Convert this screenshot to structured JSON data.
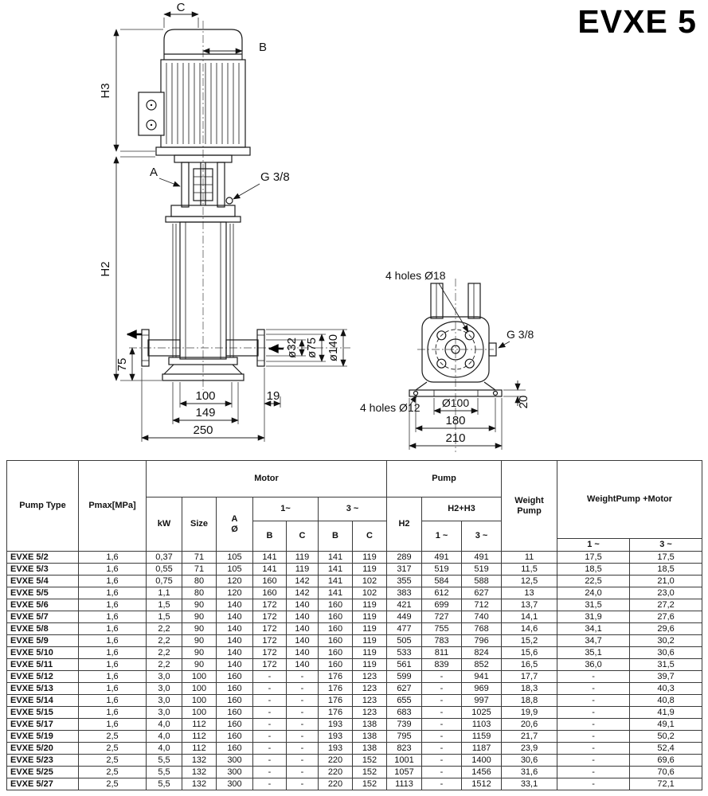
{
  "page": {
    "title": "EVXE 5"
  },
  "drawing": {
    "front": {
      "dim_c": "C",
      "dim_b": "B",
      "dim_h3": "H3",
      "dim_a": "A",
      "port_label": "G 3/8",
      "dim_h2": "H2",
      "dim_75": "75",
      "dim_100": "100",
      "dim_149": "149",
      "dim_250": "250",
      "dim_19": "19",
      "dia_32": "ø32",
      "dia_75": "ø75",
      "dia_140": "ø140"
    },
    "base": {
      "holes_18": "4 holes Ø18",
      "port_label": "G 3/8",
      "holes_12": "4 holes Ø12",
      "dia_100": "Ø100",
      "dim_180": "180",
      "dim_210": "210",
      "dim_20": "20"
    }
  },
  "table": {
    "header": {
      "pump_type": "Pump Type",
      "pmax": "Pmax[MPa]",
      "motor": "Motor",
      "pump": "Pump",
      "kw": "kW",
      "size": "Size",
      "a": "A",
      "dia": "Ø",
      "one_phase": "1~",
      "three_phase": "3 ~",
      "b1": "B",
      "c1": "C",
      "b3": "B",
      "c3": "C",
      "h2": "H2",
      "h2h3": "H2+H3",
      "h2h3_1": "1 ~",
      "h2h3_3": "3 ~",
      "weight_line1": "Weight",
      "weight_line2": "Pump",
      "weight_total": "WeightPump +Motor",
      "wt_1": "1 ~",
      "wt_3": "3 ~"
    },
    "rows": [
      [
        "EVXE 5/2",
        "1,6",
        "0,37",
        "71",
        "105",
        "141",
        "119",
        "141",
        "119",
        "289",
        "491",
        "491",
        "11",
        "17,5",
        "17,5"
      ],
      [
        "EVXE 5/3",
        "1,6",
        "0,55",
        "71",
        "105",
        "141",
        "119",
        "141",
        "119",
        "317",
        "519",
        "519",
        "11,5",
        "18,5",
        "18,5"
      ],
      [
        "EVXE 5/4",
        "1,6",
        "0,75",
        "80",
        "120",
        "160",
        "142",
        "141",
        "102",
        "355",
        "584",
        "588",
        "12,5",
        "22,5",
        "21,0"
      ],
      [
        "EVXE 5/5",
        "1,6",
        "1,1",
        "80",
        "120",
        "160",
        "142",
        "141",
        "102",
        "383",
        "612",
        "627",
        "13",
        "24,0",
        "23,0"
      ],
      [
        "EVXE 5/6",
        "1,6",
        "1,5",
        "90",
        "140",
        "172",
        "140",
        "160",
        "119",
        "421",
        "699",
        "712",
        "13,7",
        "31,5",
        "27,2"
      ],
      [
        "EVXE 5/7",
        "1,6",
        "1,5",
        "90",
        "140",
        "172",
        "140",
        "160",
        "119",
        "449",
        "727",
        "740",
        "14,1",
        "31,9",
        "27,6"
      ],
      [
        "EVXE 5/8",
        "1,6",
        "2,2",
        "90",
        "140",
        "172",
        "140",
        "160",
        "119",
        "477",
        "755",
        "768",
        "14,6",
        "34,1",
        "29,6"
      ],
      [
        "EVXE 5/9",
        "1,6",
        "2,2",
        "90",
        "140",
        "172",
        "140",
        "160",
        "119",
        "505",
        "783",
        "796",
        "15,2",
        "34,7",
        "30,2"
      ],
      [
        "EVXE 5/10",
        "1,6",
        "2,2",
        "90",
        "140",
        "172",
        "140",
        "160",
        "119",
        "533",
        "811",
        "824",
        "15,6",
        "35,1",
        "30,6"
      ],
      [
        "EVXE 5/11",
        "1,6",
        "2,2",
        "90",
        "140",
        "172",
        "140",
        "160",
        "119",
        "561",
        "839",
        "852",
        "16,5",
        "36,0",
        "31,5"
      ],
      [
        "EVXE 5/12",
        "1,6",
        "3,0",
        "100",
        "160",
        "-",
        "-",
        "176",
        "123",
        "599",
        "-",
        "941",
        "17,7",
        "-",
        "39,7"
      ],
      [
        "EVXE 5/13",
        "1,6",
        "3,0",
        "100",
        "160",
        "-",
        "-",
        "176",
        "123",
        "627",
        "-",
        "969",
        "18,3",
        "-",
        "40,3"
      ],
      [
        "EVXE 5/14",
        "1,6",
        "3,0",
        "100",
        "160",
        "-",
        "-",
        "176",
        "123",
        "655",
        "-",
        "997",
        "18,8",
        "-",
        "40,8"
      ],
      [
        "EVXE 5/15",
        "1,6",
        "3,0",
        "100",
        "160",
        "-",
        "-",
        "176",
        "123",
        "683",
        "-",
        "1025",
        "19,9",
        "-",
        "41,9"
      ],
      [
        "EVXE 5/17",
        "1,6",
        "4,0",
        "112",
        "160",
        "-",
        "-",
        "193",
        "138",
        "739",
        "-",
        "1103",
        "20,6",
        "-",
        "49,1"
      ],
      [
        "EVXE 5/19",
        "2,5",
        "4,0",
        "112",
        "160",
        "-",
        "-",
        "193",
        "138",
        "795",
        "-",
        "1159",
        "21,7",
        "-",
        "50,2"
      ],
      [
        "EVXE 5/20",
        "2,5",
        "4,0",
        "112",
        "160",
        "-",
        "-",
        "193",
        "138",
        "823",
        "-",
        "1187",
        "23,9",
        "-",
        "52,4"
      ],
      [
        "EVXE 5/23",
        "2,5",
        "5,5",
        "132",
        "300",
        "-",
        "-",
        "220",
        "152",
        "1001",
        "-",
        "1400",
        "30,6",
        "-",
        "69,6"
      ],
      [
        "EVXE 5/25",
        "2,5",
        "5,5",
        "132",
        "300",
        "-",
        "-",
        "220",
        "152",
        "1057",
        "-",
        "1456",
        "31,6",
        "-",
        "70,6"
      ],
      [
        "EVXE 5/27",
        "2,5",
        "5,5",
        "132",
        "300",
        "-",
        "-",
        "220",
        "152",
        "1113",
        "-",
        "1512",
        "33,1",
        "-",
        "72,1"
      ]
    ]
  }
}
